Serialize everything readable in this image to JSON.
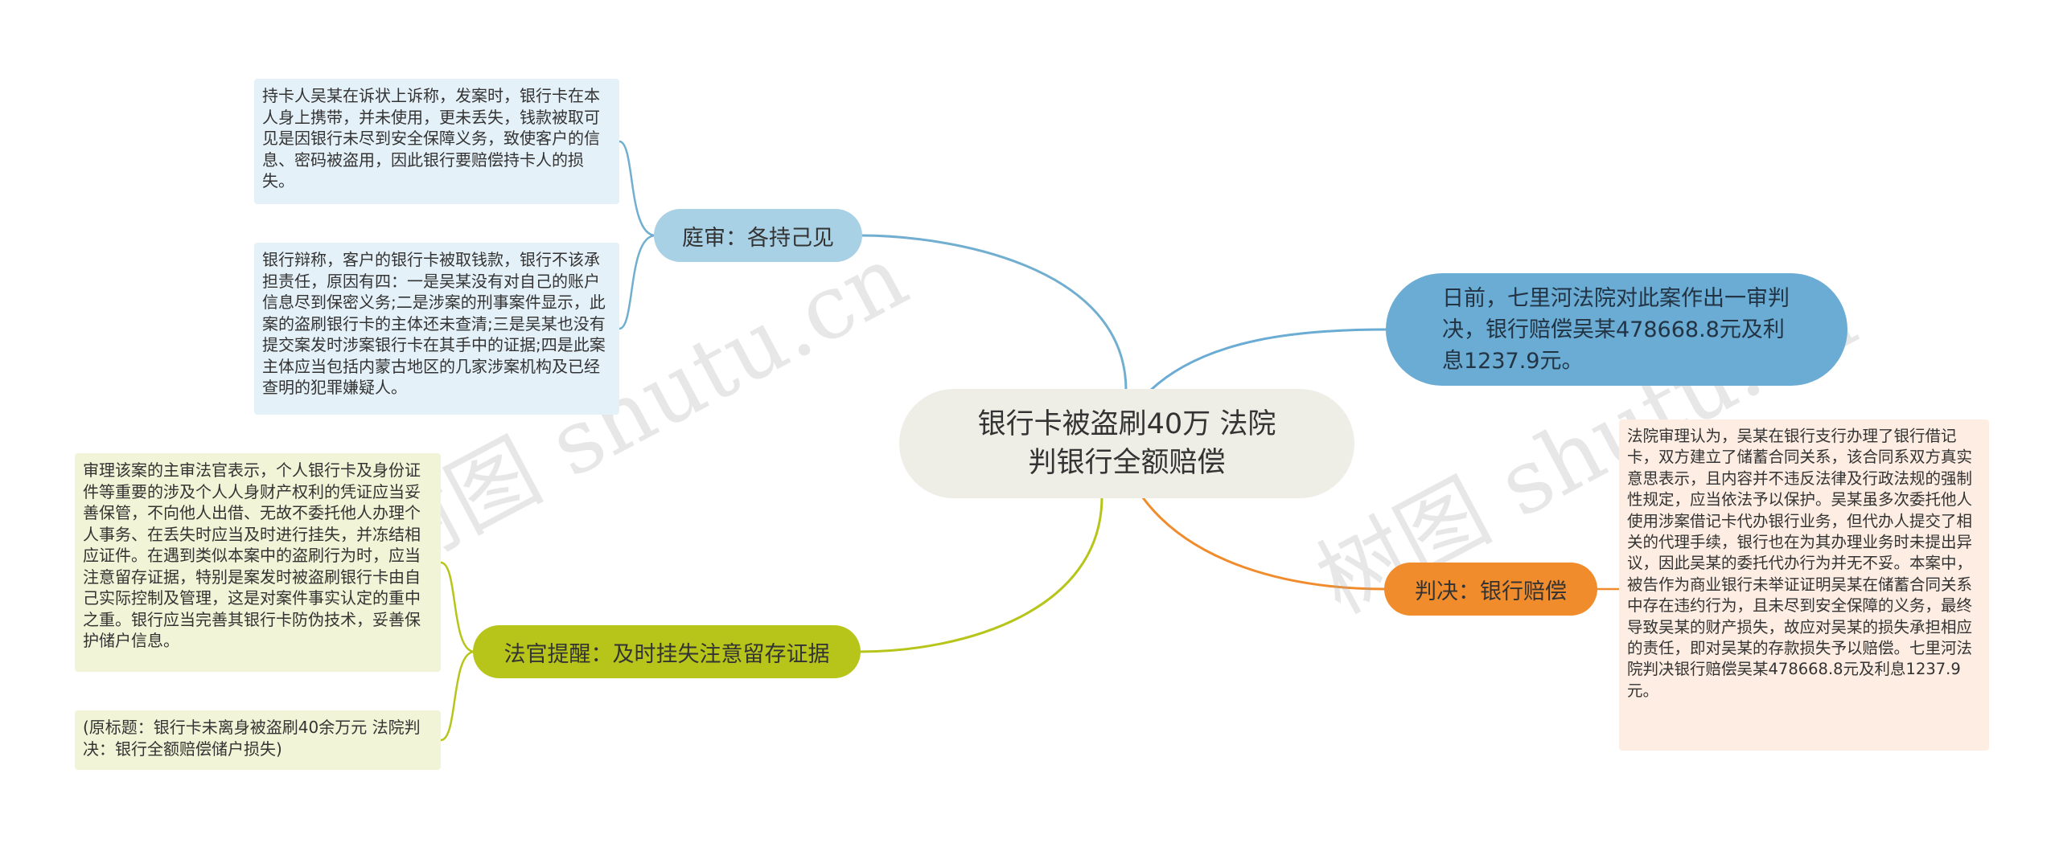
{
  "root": {
    "line1": "银行卡被盗刷40万  法院",
    "line2": "判银行全额赔偿"
  },
  "branches": {
    "tingshen": {
      "label": "庭审：各持己见",
      "color": "#a9d1e5"
    },
    "faguan": {
      "label": "法官提醒：及时挂失注意留存证据",
      "color": "#b7c51a"
    },
    "panjue": {
      "label": "判决：银行赔偿",
      "color": "#f08c2c"
    },
    "riqian": {
      "label": "日前，七里河法院对此案作出一审判决，银行赔偿吴某478668.8元及利息1237.9元。",
      "color": "#6aacd3"
    }
  },
  "leaves": {
    "chika": "持卡人吴某在诉状上诉称，发案时，银行卡在本人身上携带，并未使用，更未丢失，钱款被取可见是因银行未尽到安全保障义务，致使客户的信息、密码被盗用，因此银行要赔偿持卡人的损失。",
    "yinhang": "银行辩称，客户的银行卡被取钱款，银行不该承担责任，原因有四：一是吴某没有对自己的账户信息尽到保密义务;二是涉案的刑事案件显示，此案的盗刷银行卡的主体还未查清;三是吴某也没有提交案发时涉案银行卡在其手中的证据;四是此案主体应当包括内蒙古地区的几家涉案机构及已经查明的犯罪嫌疑人。",
    "shenli": "审理该案的主审法官表示，个人银行卡及身份证件等重要的涉及个人人身财产权利的凭证应当妥善保管，不向他人出借、无故不委托他人办理个人事务、在丢失时应当及时进行挂失，并冻结相应证件。在遇到类似本案中的盗刷行为时，应当注意留存证据，特别是案发时被盗刷银行卡由自己实际控制及管理，这是对案件事实认定的重中之重。银行应当完善其银行卡防伪技术，妥善保护储户信息。",
    "yuanbiaoti": "(原标题：银行卡未离身被盗刷40余万元 法院判决：银行全额赔偿储户损失)",
    "fayuan": "法院审理认为，吴某在银行支行办理了银行借记卡，双方建立了储蓄合同关系，该合同系双方真实意思表示，且内容并不违反法律及行政法规的强制性规定，应当依法予以保护。吴某虽多次委托他人使用涉案借记卡代办银行业务，但代办人提交了相关的代理手续，银行也在为其办理业务时未提出异议，因此吴某的委托代办行为并无不妥。本案中，被告作为商业银行未举证证明吴某在储蓄合同关系中存在违约行为，且未尽到安全保障的义务，最终导致吴某的财产损失，故应对吴某的损失承担相应的责任，即对吴某的存款损失予以赔偿。七里河法院判决银行赔偿吴某478668.8元及利息1237.9元。"
  },
  "watermarks": [
    "树图 shutu.cn",
    "树图 shutu.cn"
  ]
}
